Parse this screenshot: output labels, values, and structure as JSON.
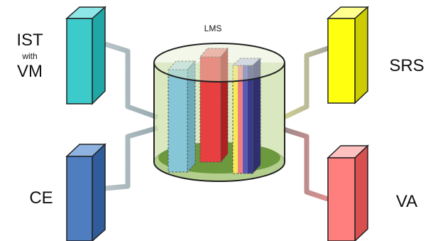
{
  "hub": {
    "label": "LMS",
    "inner_bars": [
      {
        "name": "ist-bar",
        "color": "#86c6d6"
      },
      {
        "name": "red-bar",
        "color": "#e84040"
      },
      {
        "name": "striped-bar",
        "stripes": [
          "#f6e857",
          "#f08080",
          "#5a5ab4",
          "#3a3a8a"
        ]
      }
    ]
  },
  "modules": [
    {
      "id": "ist",
      "label_lines": [
        "IST",
        "with",
        "VM"
      ],
      "color": "#3dcaca"
    },
    {
      "id": "ce",
      "label_lines": [
        "CE"
      ],
      "color": "#4e7dc0"
    },
    {
      "id": "srs",
      "label_lines": [
        "SRS"
      ],
      "color": "#ffff10"
    },
    {
      "id": "va",
      "label_lines": [
        "VA"
      ],
      "color": "#ff7f7f"
    }
  ],
  "connector_color": "#bfcfd3",
  "cylinder_color": "#cde0a9"
}
